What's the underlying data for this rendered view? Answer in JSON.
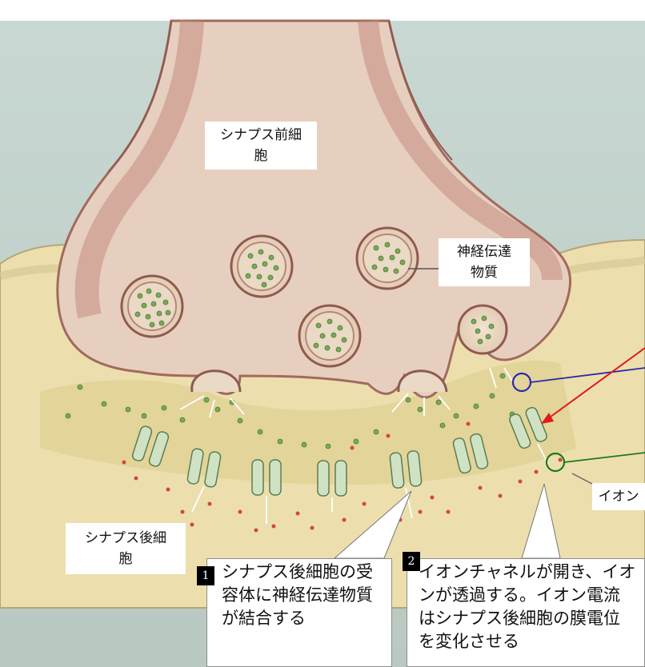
{
  "labels": {
    "presynaptic_cell": "シナプス前細胞",
    "presynaptic_cell_line2": "胞",
    "presynaptic_cell_line1": "シナプス前細",
    "neurotransmitter_line1": "神経伝達",
    "neurotransmitter_line2": "物質",
    "ion": "イオン",
    "postsynaptic_cell_line1": "シナプス後細",
    "postsynaptic_cell_line2": "胞"
  },
  "callouts": [
    {
      "number": "1",
      "text": "シナプス後細胞の受容体に神経伝達物質が結合する"
    },
    {
      "number": "2",
      "text": "イオンチャネルが開き、イオンが透過する。イオン電流はシナプス後細胞の膜電位を変化させる"
    }
  ],
  "colors": {
    "background": "#c4d3cc",
    "presynaptic_fill": "#e7cfc0",
    "presynaptic_border": "#c48c80",
    "postsynaptic_fill": "#ecdfad",
    "vesicle_dot": "#79a659",
    "ion_dot": "#d14646",
    "receptor": "#cfe3c4",
    "pointer_blue": "#2a2aa8",
    "pointer_red": "#e01a1a",
    "pointer_green": "#1c7a1c"
  },
  "icons": [
    "synaptic-vesicle-icon",
    "receptor-channel-icon",
    "ion-dot-icon",
    "neurotransmitter-dot-icon"
  ]
}
